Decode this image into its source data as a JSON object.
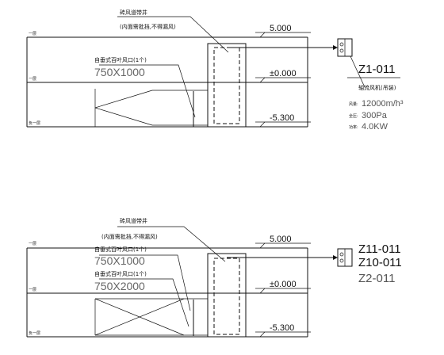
{
  "diagrams": [
    {
      "shaft_label": "砖风道带井",
      "shaft_note": "(内面需批挡,不得漏风)",
      "floor_labels": [
        "一层",
        "一层",
        "负一层"
      ],
      "levels": [
        "5.000",
        "±0.000",
        "-5.300"
      ],
      "louvers": [
        {
          "label": "自垂式百叶风口(1个)",
          "size": "750X1000"
        }
      ],
      "fan_tags": [
        "Z1-011"
      ],
      "fan_desc": "轴流风机(吊装)",
      "specs": [
        {
          "label": "风量:",
          "value": "12000m/h³"
        },
        {
          "label": "全压:",
          "value": "300Pa"
        },
        {
          "label": "功率:",
          "value": "4.0KW"
        }
      ]
    },
    {
      "shaft_label": "砖风道带井",
      "shaft_note": "(内面需批挡,不得漏风)",
      "floor_labels": [
        "一层",
        "一层",
        "负一层"
      ],
      "levels": [
        "5.000",
        "±0.000",
        "-5.300"
      ],
      "louvers": [
        {
          "label": "自垂式百叶风口(1个)",
          "size": "750X1000"
        },
        {
          "label": "自垂式百叶风口(1个)",
          "size": "750X2000"
        }
      ],
      "fan_tags": [
        "Z11-011",
        "Z10-011",
        "Z2-011"
      ]
    }
  ]
}
